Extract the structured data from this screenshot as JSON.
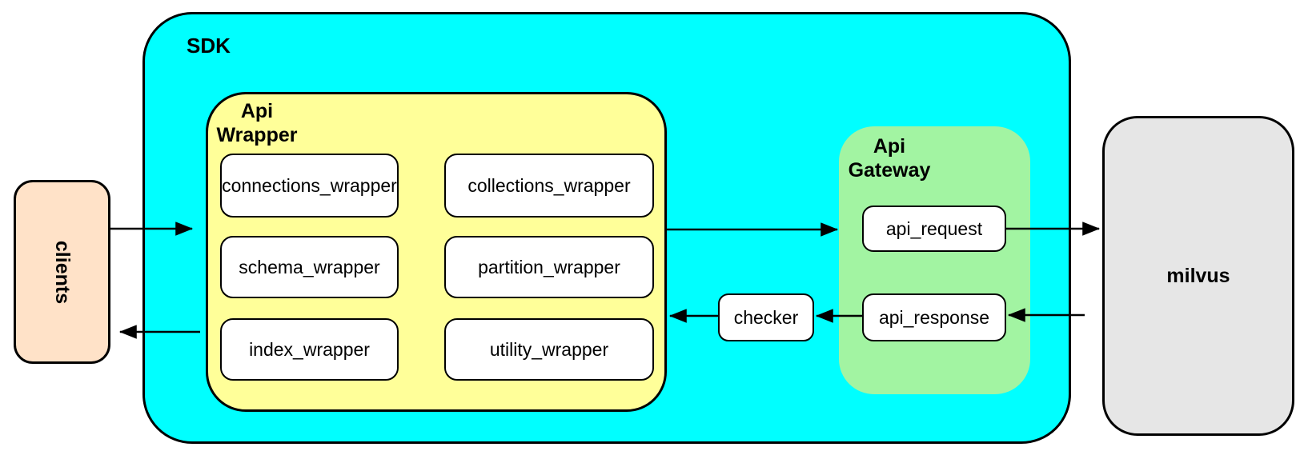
{
  "nodes": {
    "clients": "clients",
    "sdk": "SDK",
    "api_wrapper": "Api Wrapper",
    "wrappers": [
      "connections_wrapper",
      "collections_wrapper",
      "schema_wrapper",
      "partition_wrapper",
      "index_wrapper",
      "utility_wrapper"
    ],
    "checker": "checker",
    "api_gateway": "Api Gateway",
    "gateway_boxes": [
      "api_request",
      "api_response"
    ],
    "milvus": "milvus"
  },
  "colors": {
    "sdk_fill": "#00FFFF",
    "api_wrapper_fill": "#FFFF99",
    "api_gateway_fill": "#A2F4A2",
    "clients_fill": "#FFE2C8",
    "milvus_fill": "#E6E6E6",
    "node_fill": "#FFFFFF",
    "stroke": "#000000"
  }
}
